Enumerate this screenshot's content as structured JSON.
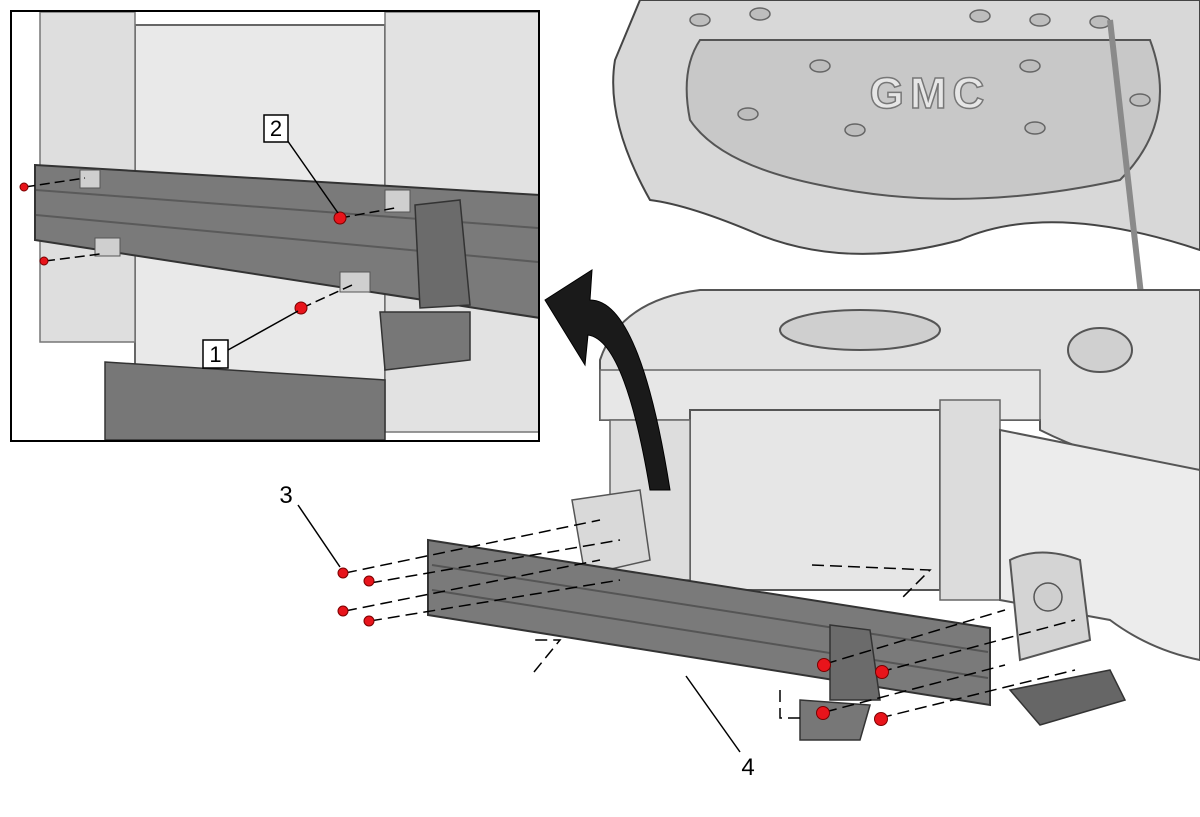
{
  "figure": {
    "hood_emblem": "GMC",
    "callouts": {
      "c1": {
        "label": "1",
        "style": "boxed"
      },
      "c2": {
        "label": "2",
        "style": "boxed"
      },
      "c3": {
        "label": "3",
        "style": "plain"
      },
      "c4": {
        "label": "4",
        "style": "plain"
      }
    },
    "colors": {
      "fastener_marker": "#e8141b",
      "part_dark": "#6e6e6e",
      "part_light": "#dcdcdc",
      "line": "#000000",
      "background": "#ffffff"
    }
  }
}
